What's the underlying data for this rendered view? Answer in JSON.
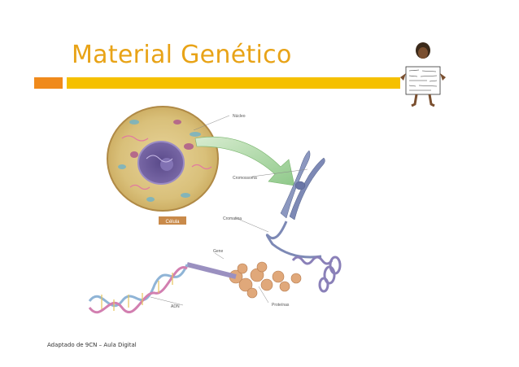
{
  "slide": {
    "title": "Material Genético",
    "footer": "Adaptado de 9CN – Aula Digital"
  },
  "diagram": {
    "labels": {
      "nucleus": "Núcleo",
      "chromosome": "Cromossoma",
      "chromatin": "Cromatina",
      "gene": "Gene",
      "dna": "ADN",
      "proteins": "Proteínas",
      "cell": "Célula"
    }
  },
  "colors": {
    "title": "#e8a317",
    "accent_orange": "#f08a1c",
    "accent_yellow": "#f5c000"
  }
}
